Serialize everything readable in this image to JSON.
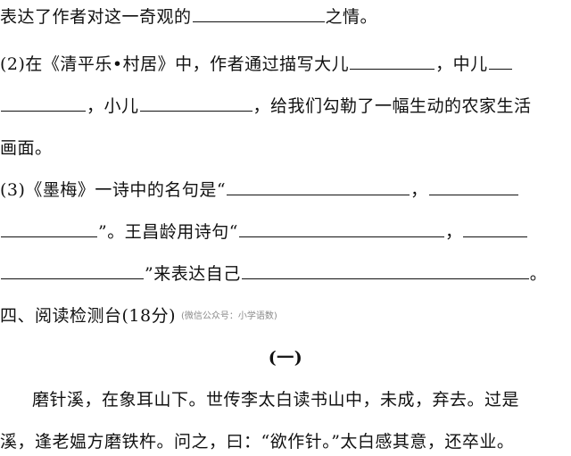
{
  "q1": {
    "text_before": "表达了作者对这一奇观的",
    "text_after": "之情。"
  },
  "q2": {
    "intro": "(2)在《清平乐•村居》中，作者通过描写大儿",
    "after_blank1": "，中儿",
    "after_blank3": "，小儿",
    "after_blank4": "，给我们勾勒了一幅生动的农家生活",
    "end": "画面。"
  },
  "q3": {
    "intro": "(3)《墨梅》一诗中的名句是“",
    "comma1": "，",
    "after_blank2": "”。王昌龄用诗句“",
    "comma2": "，",
    "after_blank4": "”来表达自己",
    "end": "。"
  },
  "section4": {
    "title": "四、阅读检测台(18分)",
    "watermark": "(微信公众号：小学语数)"
  },
  "passage": {
    "part_label": "(一)",
    "line1": "磨针溪，在象耳山下。世传李太白读书山中，未成，弃去。过是",
    "line2": "溪，逢老媪方磨铁杵。问之，曰：“欲作针。”太白感其意，还卒业。"
  }
}
